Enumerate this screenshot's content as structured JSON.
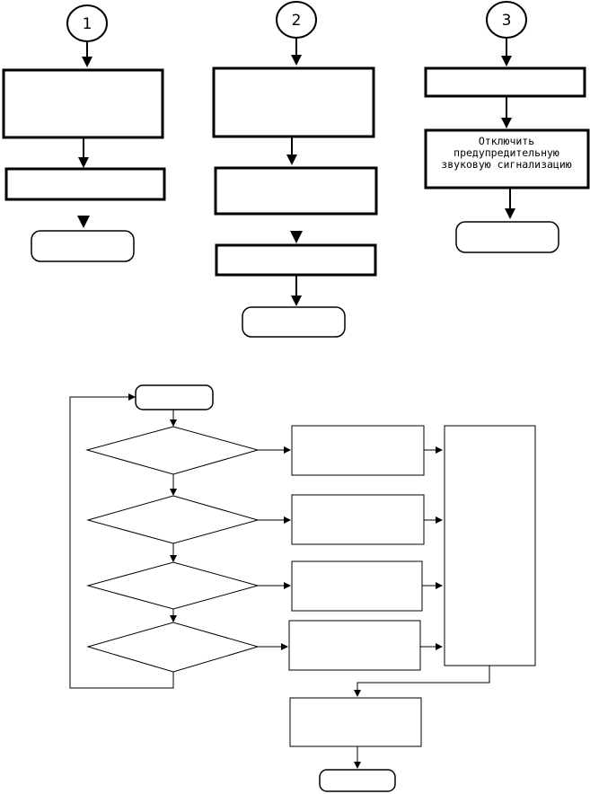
{
  "connectors": [
    {
      "label": "1"
    },
    {
      "label": "2"
    },
    {
      "label": "3"
    }
  ],
  "column3": {
    "box2_lines": [
      "Отключить",
      "предупредительную",
      "звуковую сигнализацию"
    ]
  }
}
